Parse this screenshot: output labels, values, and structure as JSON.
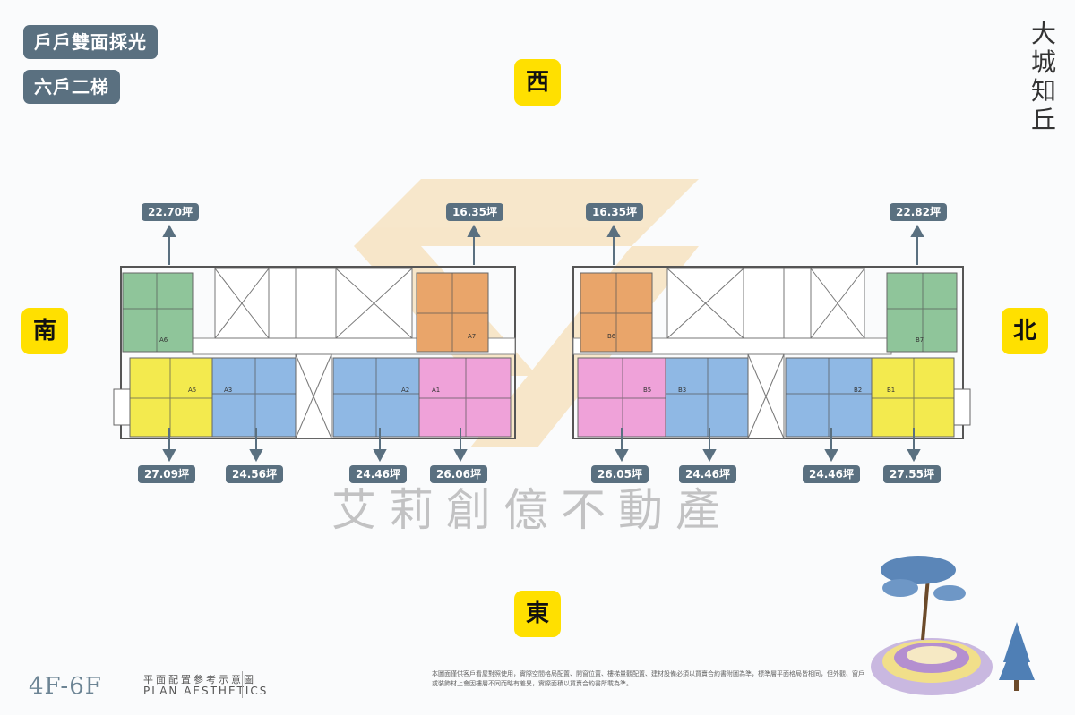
{
  "badges": [
    "戶戶雙面採光",
    "六戶二梯"
  ],
  "directions": {
    "west": "西",
    "south": "南",
    "north": "北",
    "east": "東"
  },
  "brand": [
    "大",
    "城",
    "知",
    "丘"
  ],
  "areas_top": [
    "22.70坪",
    "16.35坪",
    "16.35坪",
    "22.82坪"
  ],
  "areas_bottom": [
    "27.09坪",
    "24.56坪",
    "24.46坪",
    "26.06坪",
    "26.05坪",
    "24.46坪",
    "24.46坪",
    "27.55坪"
  ],
  "unit_labels": [
    "A6",
    "A7",
    "A5",
    "A3",
    "A2",
    "A1",
    "B6",
    "B7",
    "B5",
    "B3",
    "B2",
    "B1"
  ],
  "footer": {
    "title": "4F-6F",
    "subtitle_cn": "平面配置參考示意圖",
    "subtitle_en": "PLAN AESTHETICS",
    "disclaimer": "本圖面僅供客戶看屋對照使用，實際空間格局配置、開窗位置、樓梯量觀配置、建材設備必須以買賣合約書附圖為準，標準層平面格局皆相同，但外觀、窗戶或裝飾材上會因樓層不同而略有差異，實際面積以買賣合約書所載為準。"
  },
  "watermark": "艾莉創億不動產",
  "colors": {
    "badge": "#5a7080",
    "direction": "#ffe000",
    "green": "#8fc59a",
    "orange": "#e9a56a",
    "yellow": "#f3ea4e",
    "blue": "#8fb8e4",
    "pink": "#efa2d9",
    "footer_title": "#6c8494"
  }
}
